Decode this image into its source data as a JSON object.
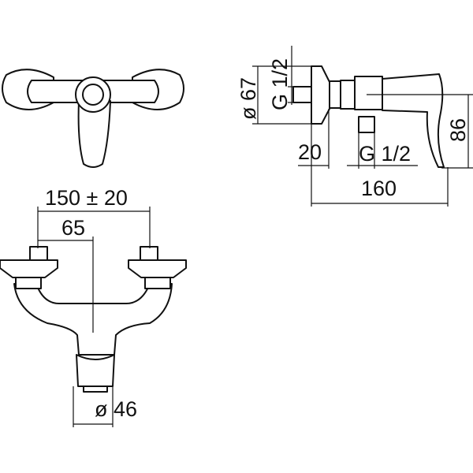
{
  "dimensions": {
    "wall_distance": "150 ± 20",
    "center_offset": "65",
    "outlet_diameter": "ø 46",
    "flange_diameter": "ø 67",
    "inlet_thread": "G 1/2",
    "outlet_thread": "G 1/2",
    "inlet_length": "20",
    "total_depth": "160",
    "height": "86"
  }
}
